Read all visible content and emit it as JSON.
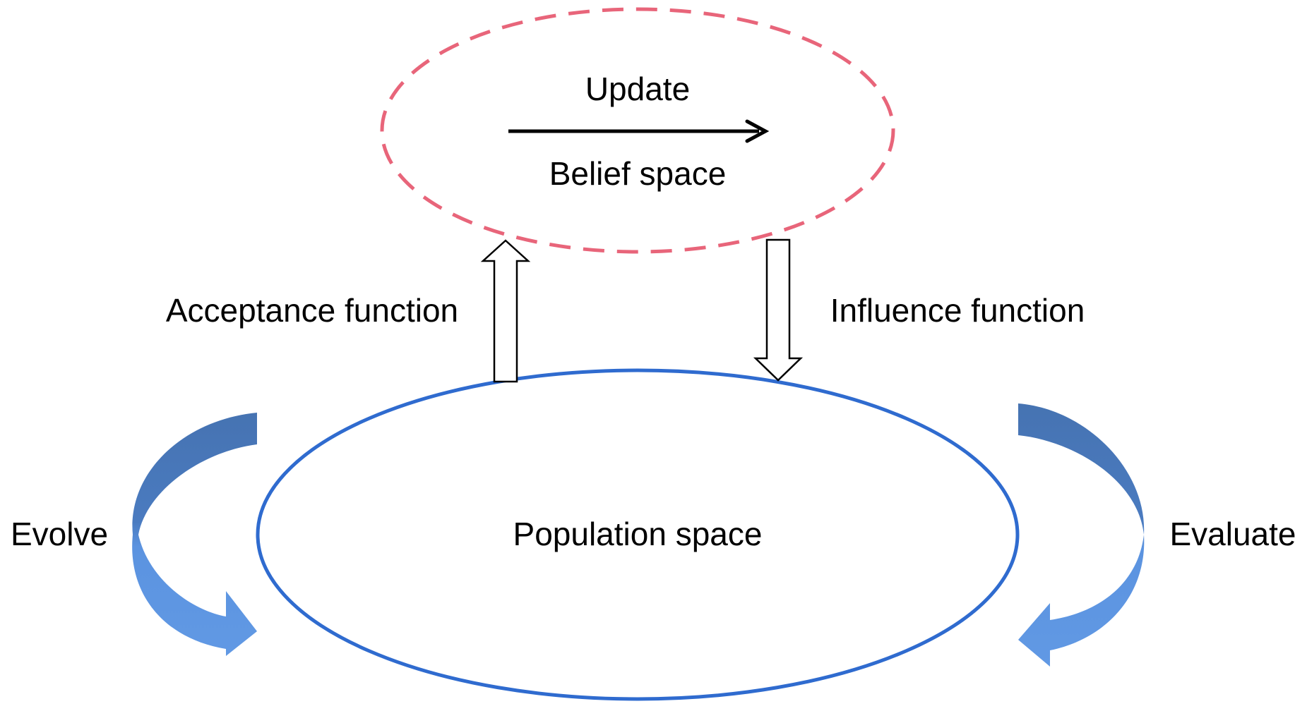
{
  "labels": {
    "update": "Update",
    "belief_space": "Belief space",
    "acceptance_function": "Acceptance function",
    "influence_function": "Influence function",
    "population_space": "Population space",
    "evolve": "Evolve",
    "evaluate": "Evaluate"
  },
  "colors": {
    "belief_border": "#E8657A",
    "population_border": "#2F6BCF",
    "curved_arrow_light": "#5B93E0",
    "curved_arrow_dark": "#4673B2",
    "line": "#000000"
  }
}
